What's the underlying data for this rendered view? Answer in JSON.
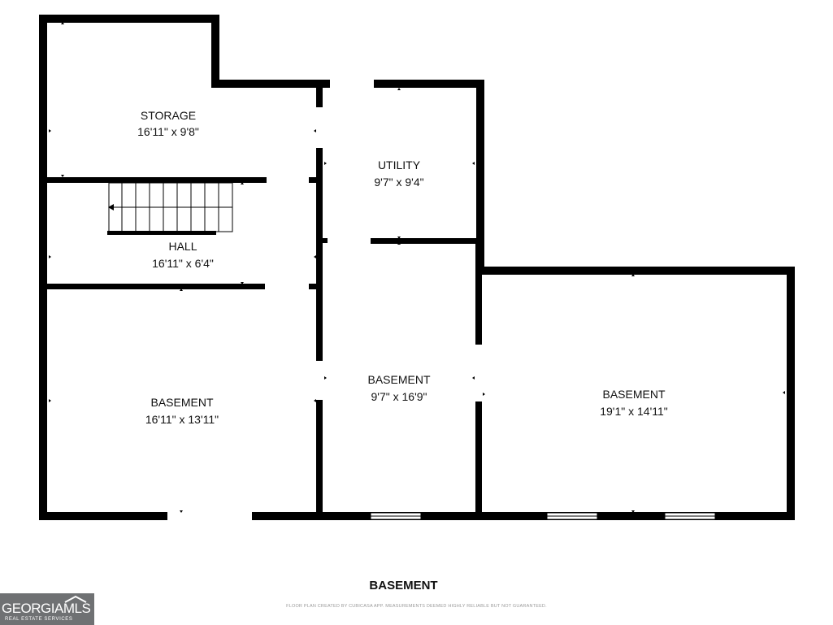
{
  "plan_title": "BASEMENT",
  "disclaimer": "FLOOR PLAN CREATED BY CUBICASA APP. MEASUREMENTS DEEMED HIGHLY RELIABLE BUT NOT GUARANTEED.",
  "logo": {
    "main": "GEORGIA",
    "accent": "MLS",
    "sub": "REAL ESTATE SERVICES"
  },
  "rooms": {
    "storage": {
      "name": "STORAGE",
      "dims": "16'11\" x 9'8\""
    },
    "utility": {
      "name": "UTILITY",
      "dims": "9'7\" x 9'4\""
    },
    "hall": {
      "name": "HALL",
      "dims": "16'11\" x 6'4\""
    },
    "basement1": {
      "name": "BASEMENT",
      "dims": "16'11\" x 13'11\""
    },
    "basement2": {
      "name": "BASEMENT",
      "dims": "9'7\" x 16'9\""
    },
    "basement3": {
      "name": "BASEMENT",
      "dims": "19'1\" x 14'11\""
    }
  },
  "colors": {
    "wall": "#000000",
    "background": "#ffffff",
    "logo_bg": "#6f7173"
  }
}
